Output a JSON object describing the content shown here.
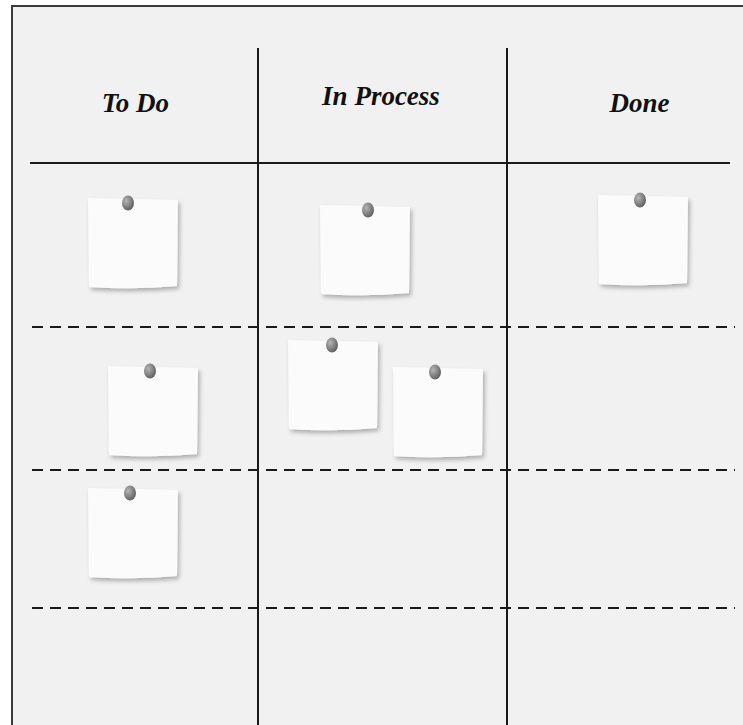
{
  "diagram": {
    "labels": [
      "To Do",
      "In Process",
      "Done"
    ]
  }
}
